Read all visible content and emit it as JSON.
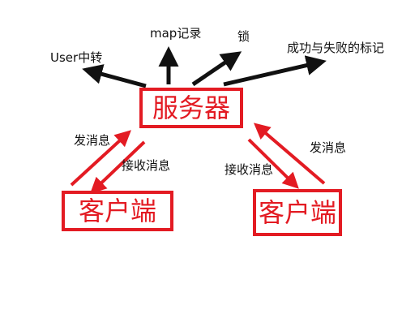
{
  "colors": {
    "accent": "#e31b23",
    "arrow_dark": "#111111",
    "text": "#111111"
  },
  "nodes": {
    "server": "服务器",
    "client_left": "客户端",
    "client_right": "客户端"
  },
  "outputs": {
    "user_center": "User中转",
    "map_record": "map记录",
    "lock": "锁",
    "success_fail_flag": "成功与失败的标记"
  },
  "messages": {
    "left_send": "发消息",
    "left_receive": "接收消息",
    "right_receive": "接收消息",
    "right_send": "发消息"
  }
}
